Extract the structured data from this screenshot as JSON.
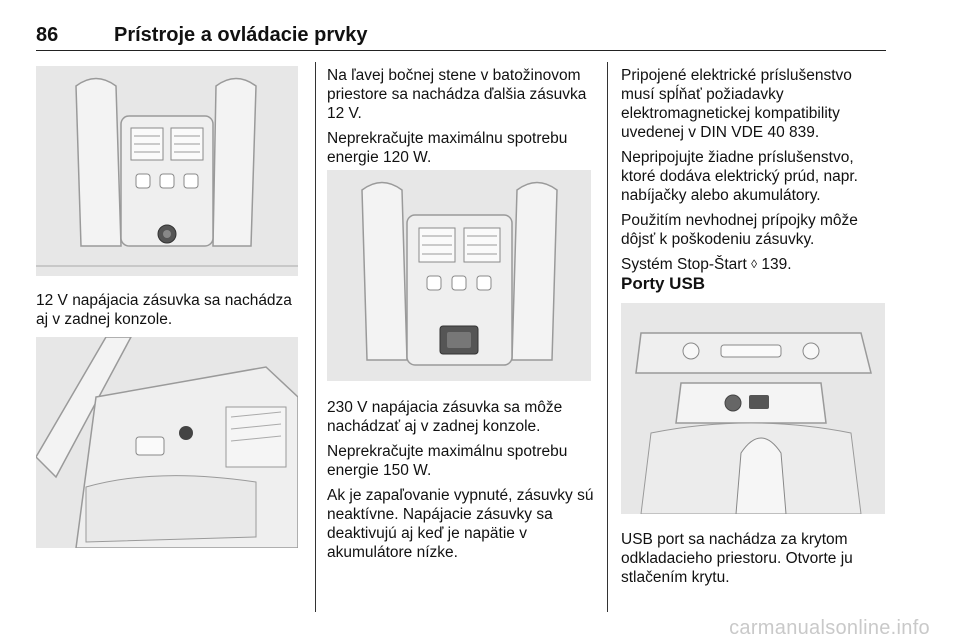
{
  "header": {
    "page_number": "86",
    "title": "Prístroje a ovládacie prvky"
  },
  "col1": {
    "caption": "12 V napájacia zásuvka sa nachádza aj v zadnej konzole."
  },
  "col2": {
    "p1": "Na ľavej bočnej stene v batožinovom priestore sa nachádza ďalšia zásuvka 12 V.",
    "p2": "Neprekračujte maximálnu spotrebu energie 120 W.",
    "p3": "230 V napájacia zásuvka sa môže nachádzať aj v zadnej konzole.",
    "p4": "Neprekračujte maximálnu spotrebu energie 150 W.",
    "p5": "Ak je zapaľovanie vypnuté, zásuvky sú neaktívne. Napájacie zásuvky sa deaktivujú aj keď je napätie v akumulátore nízke."
  },
  "col3": {
    "p1": "Pripojené elektrické príslušenstvo musí spĺňať požiadavky elektromagnetickej kompatibility uvedenej v DIN VDE 40 839.",
    "p2": "Nepripojujte žiadne príslušenstvo, ktoré dodáva elektrický prúd, napr. nabíjačky alebo akumulátory.",
    "p3": "Použitím nevhodnej prípojky môže dôjsť k poškodeniu zásuvky.",
    "p4_text": "Systém Stop-Štart",
    "p4_arrow": "◊",
    "p4_page": "139.",
    "heading": "Porty USB",
    "caption": "USB port sa nachádza za krytom odkladacieho priestoru. Otvorte ju stlačením krytu."
  },
  "watermark": "carmanualsonline.info",
  "colors": {
    "figure_bg": "#e7e7e7",
    "figure_line": "#9a9a9a",
    "text": "#111111",
    "watermark": "#c9c9c9"
  }
}
